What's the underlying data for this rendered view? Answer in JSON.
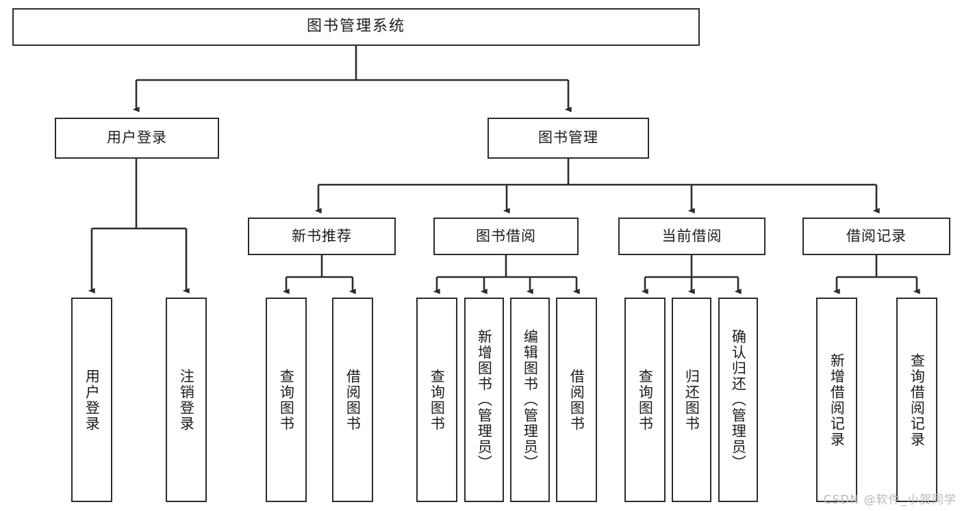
{
  "diagram": {
    "title": "图书管理系统",
    "type": "hierarchy-tree",
    "watermark": "CSDN @软件_小贺同学",
    "colors": {
      "stroke": "#2b2b2b",
      "fill": "#ffffff",
      "text": "#1b1b1b",
      "watermark": "#b9b9b9"
    },
    "nodes": {
      "root": {
        "label": "图书管理系统"
      },
      "level2": [
        {
          "id": "user-login",
          "label": "用户登录"
        },
        {
          "id": "book-management",
          "label": "图书管理"
        }
      ],
      "level3": [
        {
          "id": "new-book-recommend",
          "label": "新书推荐"
        },
        {
          "id": "book-borrow",
          "label": "图书借阅"
        },
        {
          "id": "current-borrow",
          "label": "当前借阅"
        },
        {
          "id": "borrow-record",
          "label": "借阅记录"
        }
      ],
      "leaves": {
        "user-login": [
          {
            "id": "leaf-user-login",
            "label": "用户登录"
          },
          {
            "id": "leaf-logout-login",
            "label": "注销登录"
          }
        ],
        "new-book-recommend": [
          {
            "id": "leaf-query-book-1",
            "label": "查询图书"
          },
          {
            "id": "leaf-borrow-book-1",
            "label": "借阅图书"
          }
        ],
        "book-borrow": [
          {
            "id": "leaf-query-book-2",
            "label": "查询图书"
          },
          {
            "id": "leaf-add-book-admin",
            "label": "新增图书（管理员）"
          },
          {
            "id": "leaf-edit-book-admin",
            "label": "编辑图书（管理员）"
          },
          {
            "id": "leaf-borrow-book-2",
            "label": "借阅图书"
          }
        ],
        "current-borrow": [
          {
            "id": "leaf-query-book-3",
            "label": "查询图书"
          },
          {
            "id": "leaf-return-book",
            "label": "归还图书"
          },
          {
            "id": "leaf-confirm-return-admin",
            "label": "确认归还（管理员）"
          }
        ],
        "borrow-record": [
          {
            "id": "leaf-add-borrow-record",
            "label": "新增借阅记录"
          },
          {
            "id": "leaf-query-borrow-record",
            "label": "查询借阅记录"
          }
        ]
      }
    }
  }
}
